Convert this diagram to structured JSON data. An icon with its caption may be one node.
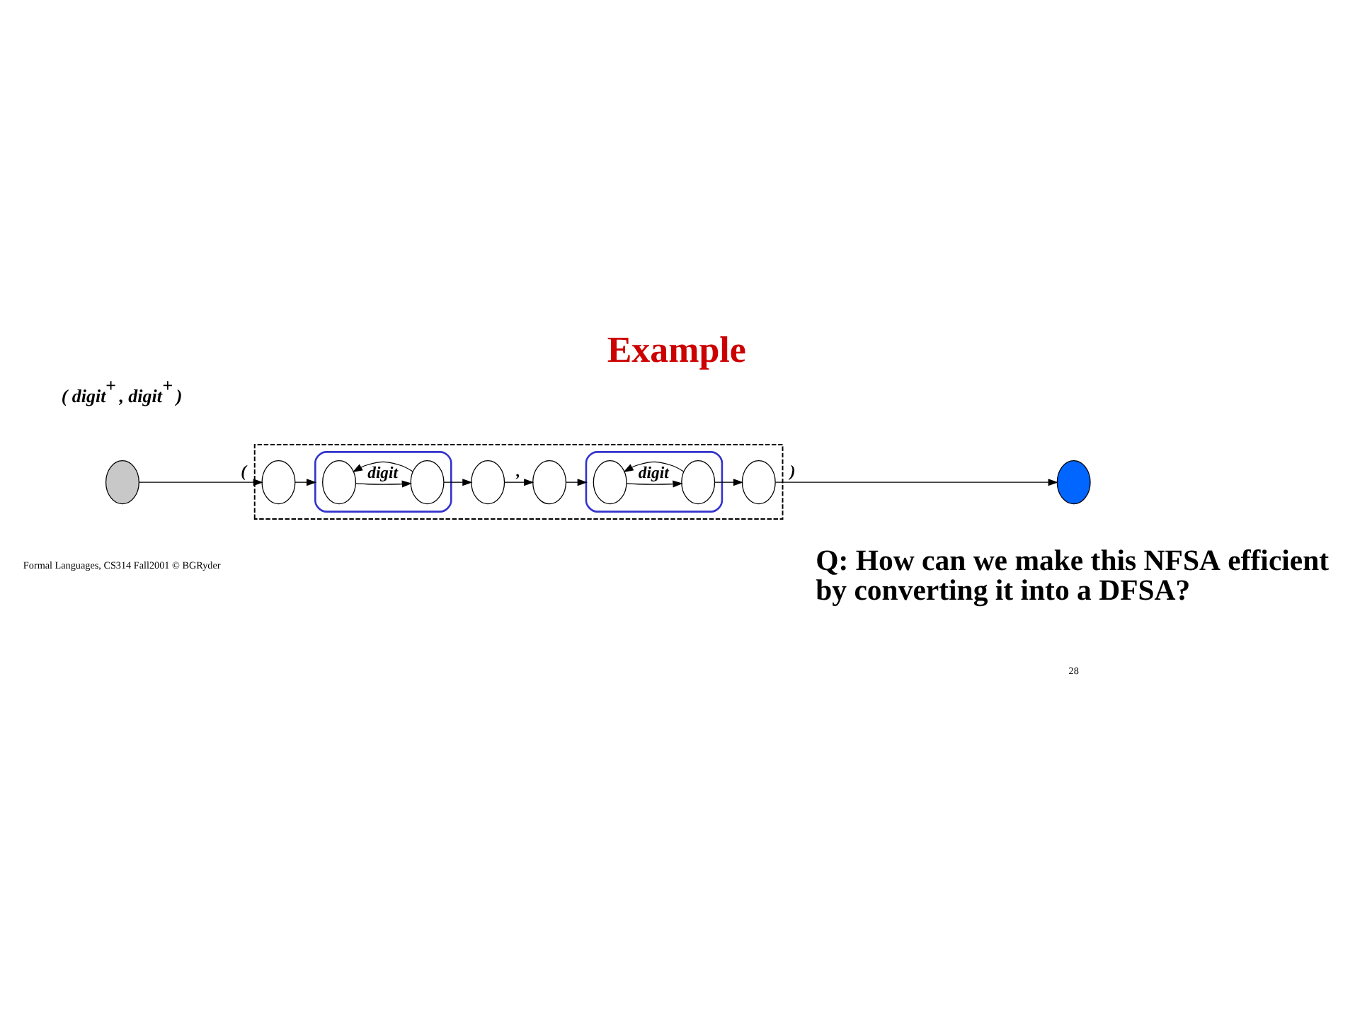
{
  "diagram": {
    "title": "Example",
    "nodes": [
      {
        "text": [],
        "shape": "circle"
      },
      {
        "text": [],
        "shape": "box"
      },
      {
        "text": [],
        "shape": "circle",
        "in": 1
      },
      {
        "text": [],
        "shape": "ellipse",
        "in": 1
      },
      {
        "text": [],
        "shape": "circle",
        "in": 3
      },
      {
        "text": [],
        "shape": "circle",
        "in": 3
      },
      {
        "text": [],
        "shape": "circle",
        "in": 1
      },
      {
        "text": [],
        "shape": "circle",
        "in": 1
      },
      {
        "text": [],
        "shape": "ellipse",
        "in": 1
      },
      {
        "text": [],
        "shape": "circle",
        "in": 8
      },
      {
        "text": [],
        "shape": "circle",
        "in": 8
      },
      {
        "text": [],
        "shape": "circle",
        "in": 1
      },
      {
        "text": [],
        "shape": "circle"
      }
    ],
    "edges": [
      {
        "from": 0,
        "to": 2,
        "arrow": "to",
        "label": "("
      },
      {
        "from": 2,
        "to": 3,
        "arrow": "to"
      },
      {
        "from": 4,
        "to": 5,
        "arrow": "to",
        "label": "digit"
      },
      {
        "from": 5,
        "to": 4,
        "arrow": "to"
      },
      {
        "from": 5,
        "to": 6,
        "arrow": "to"
      },
      {
        "from": 6,
        "to": 7,
        "arrow": "to",
        "label": ","
      },
      {
        "from": 7,
        "to": 8,
        "arrow": "to"
      },
      {
        "from": 9,
        "to": 10,
        "arrow": "to",
        "label": "digit"
      },
      {
        "from": 10,
        "to": 9,
        "arrow": "to"
      },
      {
        "from": 10,
        "to": 11,
        "arrow": "to"
      },
      {
        "from": 11,
        "to": 12,
        "arrow": "to",
        "label": ")"
      }
    ],
    "labels": [
      "( digit$^{+}$ , digit$^{+}$ )",
      "Q: How can we make this NFSA efficient by converting it into a DFSA?",
      "Formal Languages, CS314 Fall2001 © BGRyder",
      "28"
    ]
  }
}
